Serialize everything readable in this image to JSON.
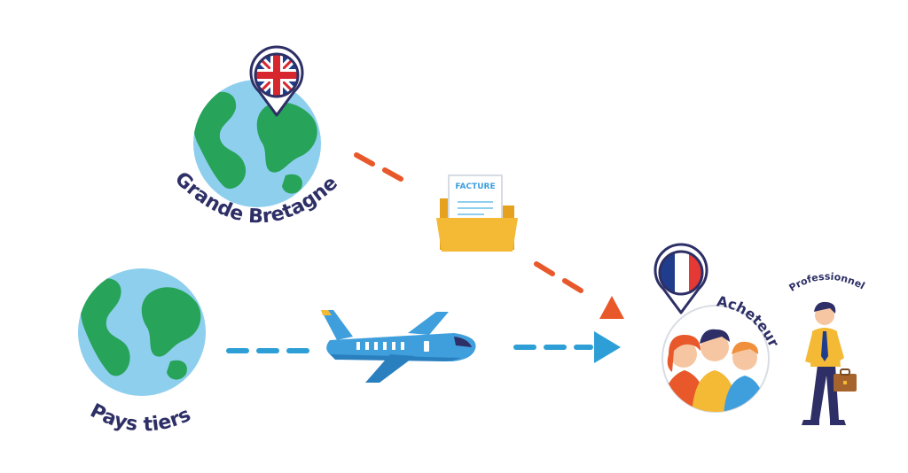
{
  "labels": {
    "origin_uk": "Grande Bretagne",
    "origin_third": "Pays tiers",
    "invoice": "FACTURE",
    "buyer": "Acheteur",
    "professional": "Professionnel"
  },
  "colors": {
    "ocean": "#8ecfee",
    "land": "#27a35a",
    "text": "#2d2f66",
    "invoice_arrow": "#e8582a",
    "goods_arrow": "#2d9fd6",
    "folder": "#f4b935",
    "plane": "#3f9fdc",
    "pin_border": "#2d2f66",
    "union_blue": "#1f3d8c",
    "union_red": "#d8262f",
    "fr_blue": "#1f3d8c",
    "fr_red": "#e53935"
  }
}
